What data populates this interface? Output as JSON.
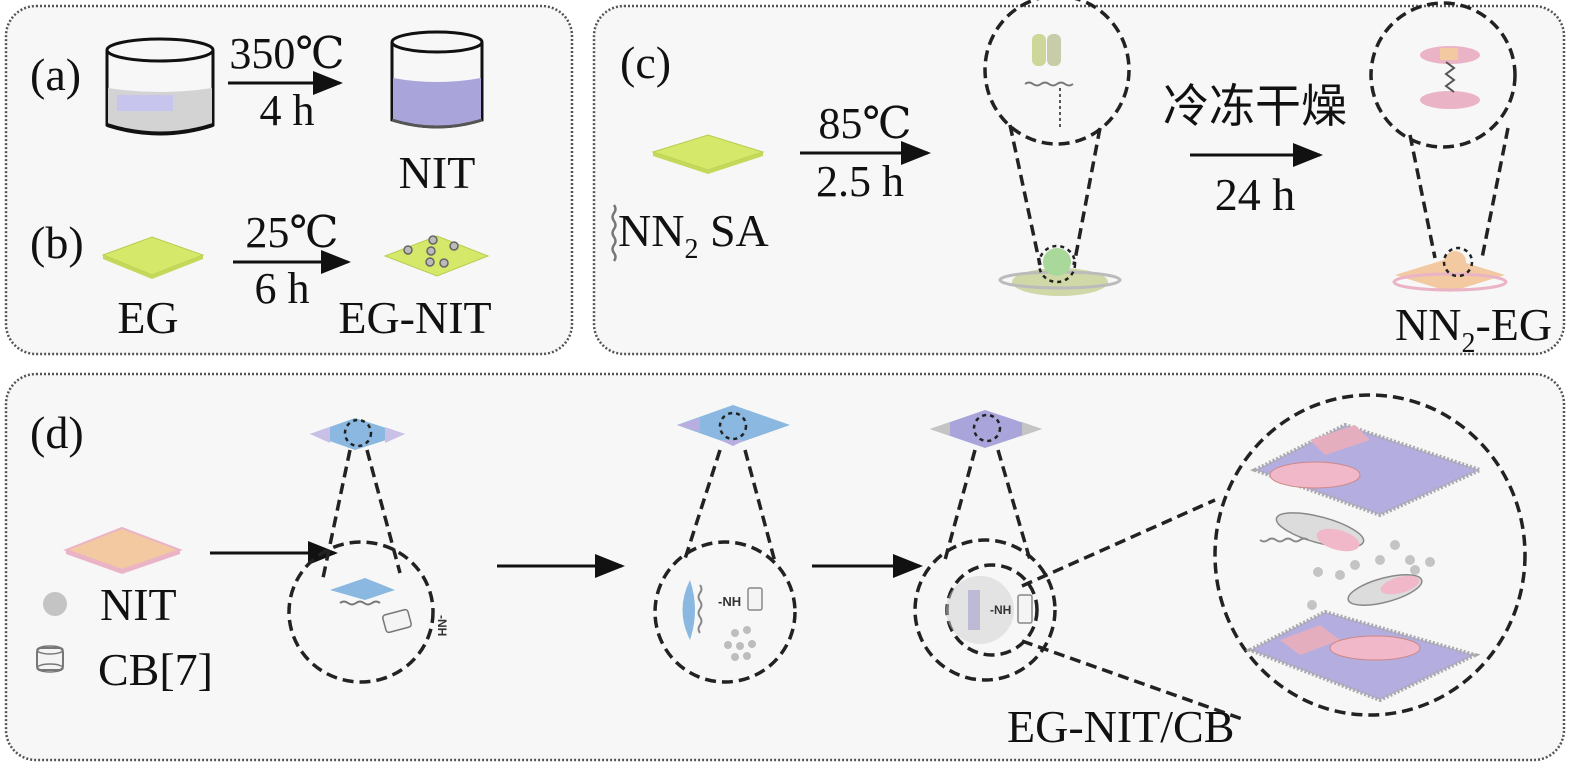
{
  "figure": {
    "panels": {
      "a": {
        "label": "(a)",
        "condition_top": "350℃",
        "condition_bottom": "4 h",
        "product": "NIT"
      },
      "b": {
        "label": "(b)",
        "reactant": "EG",
        "condition_top": "25℃",
        "condition_bottom": "6 h",
        "product": "EG-NIT"
      },
      "c": {
        "label": "(c)",
        "reactant_main": "NN",
        "reactant_sub": "2",
        "reactant_tail": " SA",
        "step1_top": "85℃",
        "step1_bottom": "2.5 h",
        "step2_top": "冷冻干燥",
        "step2_bottom": "24 h",
        "product_main": "NN",
        "product_sub": "2",
        "product_tail": "-EG"
      },
      "d": {
        "label": "(d)",
        "legend": [
          {
            "icon": "nit-particle-icon",
            "text": "NIT"
          },
          {
            "icon": "cb7-ring-icon",
            "text": "CB[7]"
          }
        ],
        "product": "EG-NIT/CB",
        "nh_label": "-NH"
      }
    },
    "colors": {
      "eg_green": "#d6e86a",
      "nit_purple": "#a8a4d8",
      "nn2eg_peach": "#f2c9a0",
      "pink": "#eab4c6",
      "blue": "#8ab8e0",
      "grey_particle": "#bdbdbd"
    }
  }
}
